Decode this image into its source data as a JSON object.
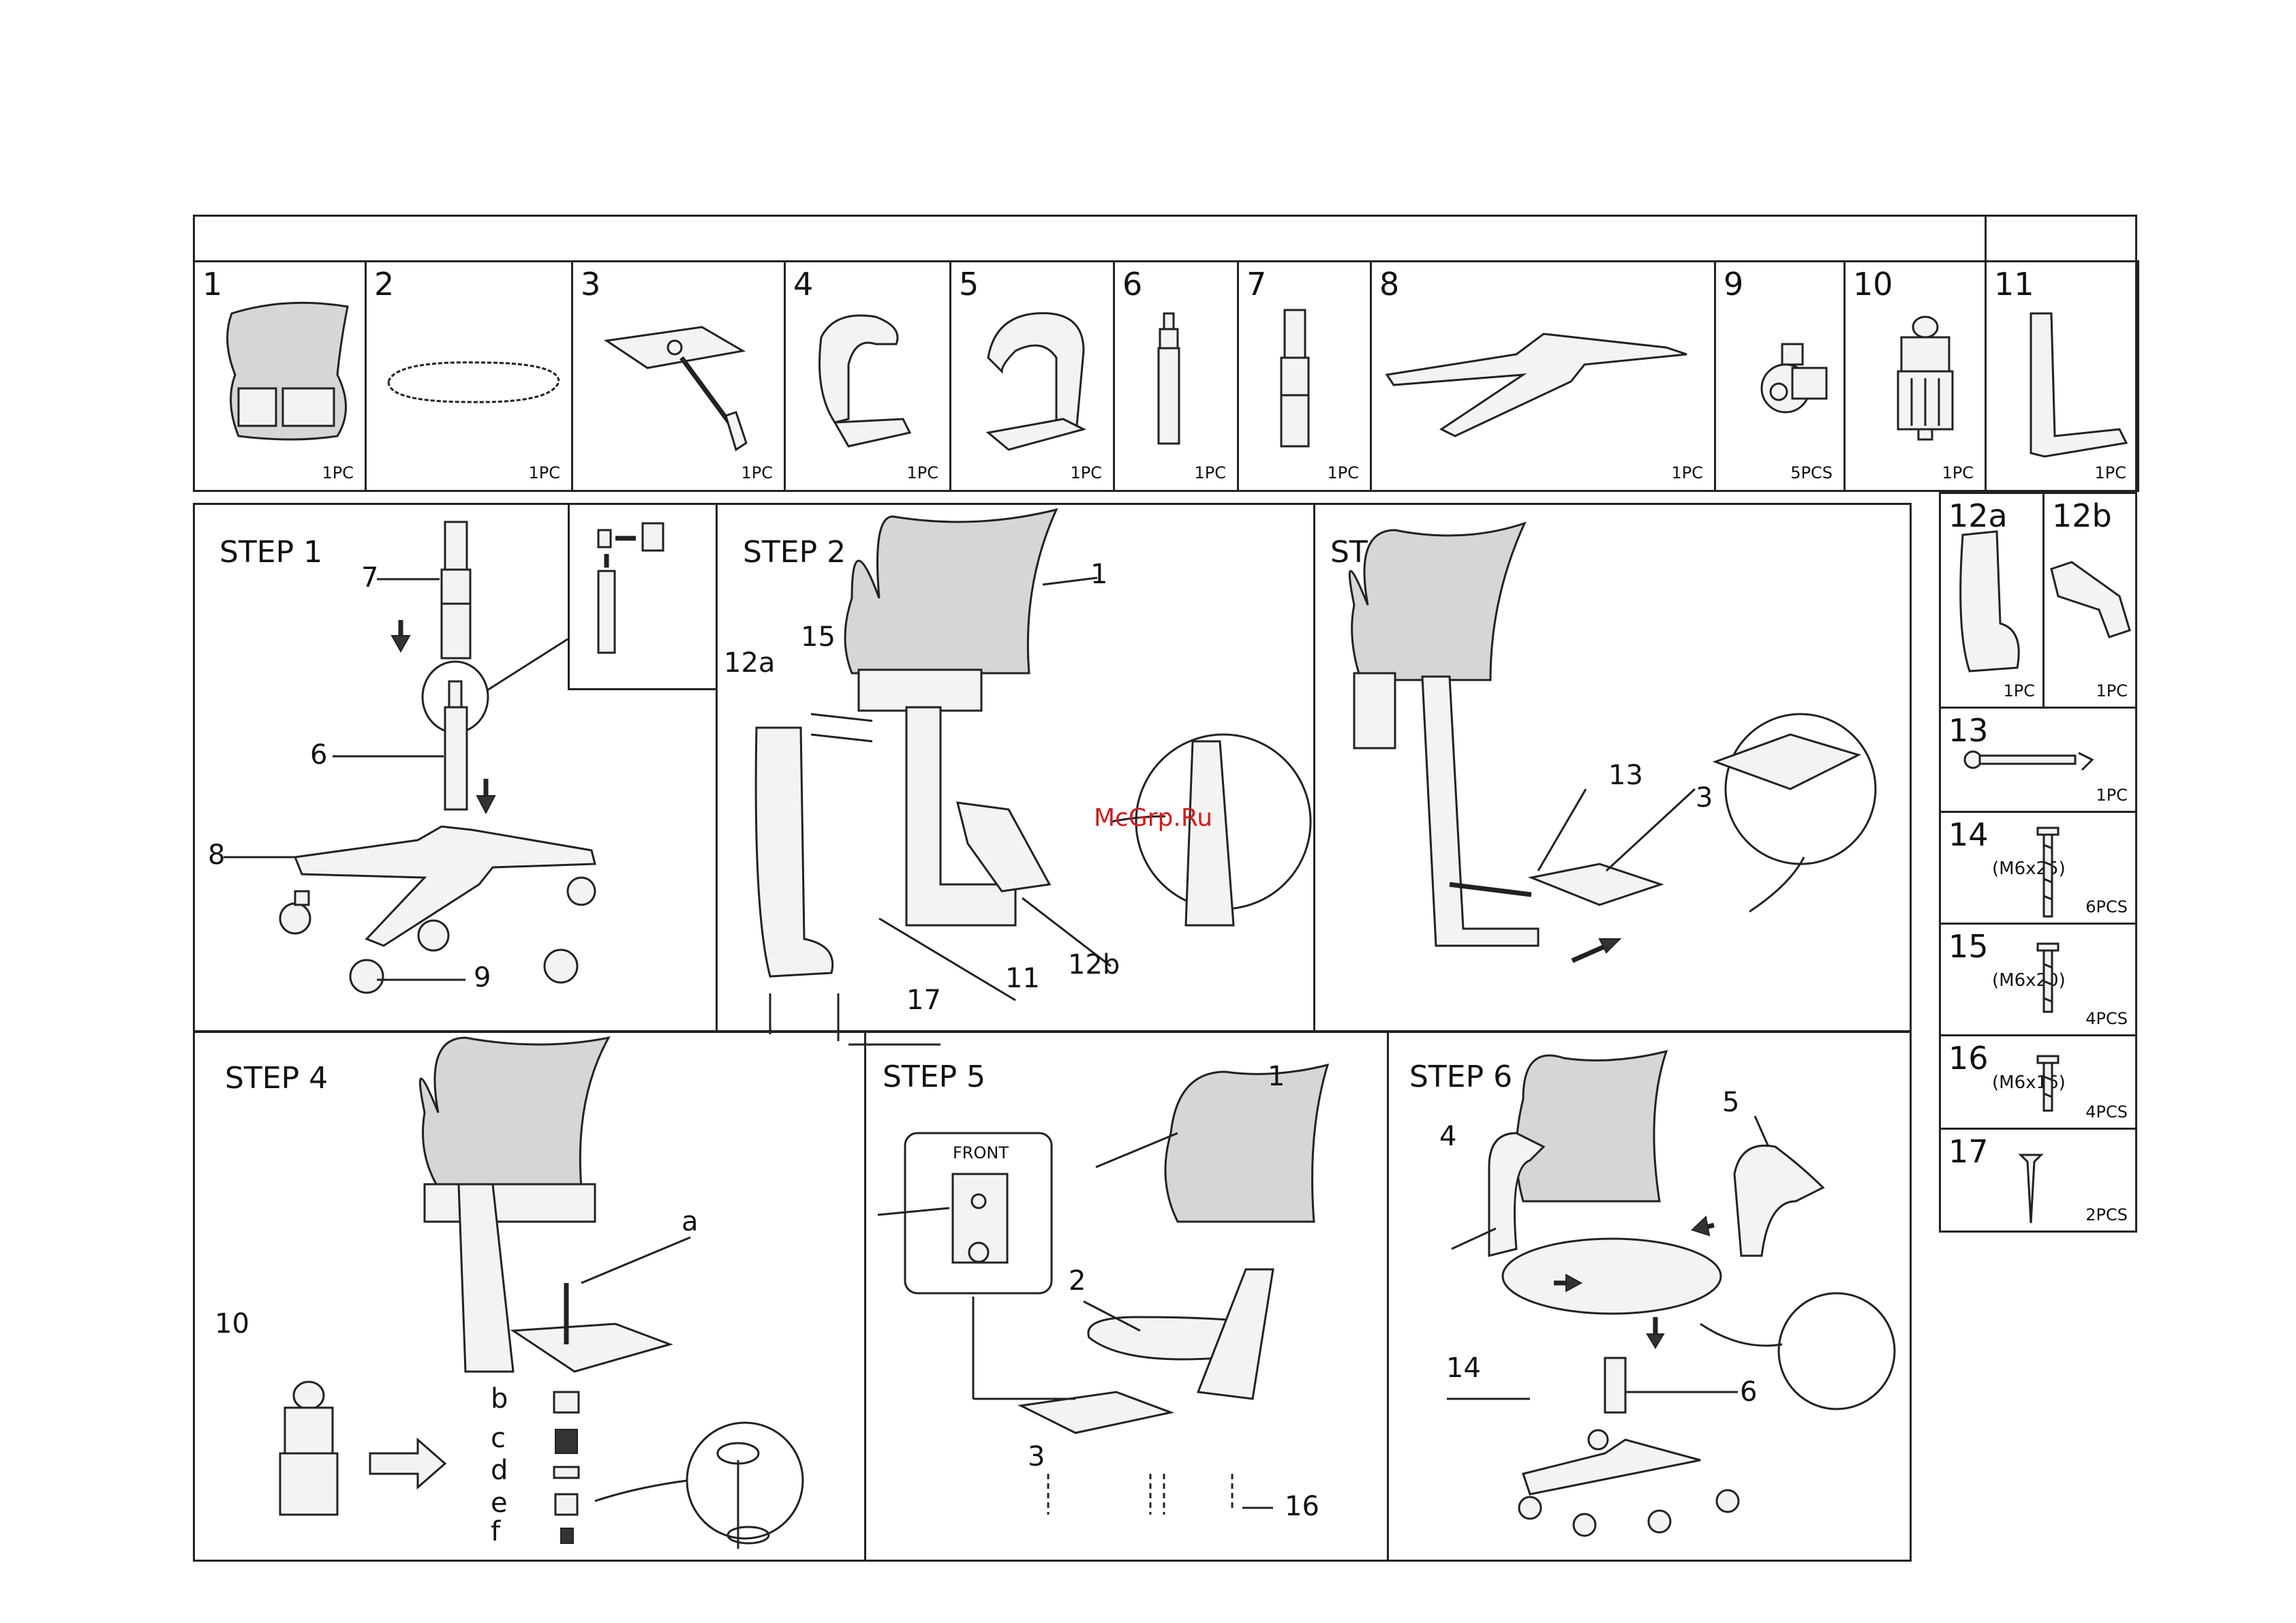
{
  "parts": [
    {
      "number": "1",
      "qty": "1PC",
      "icon": "mesh-backrest-icon"
    },
    {
      "number": "2",
      "qty": "1PC",
      "icon": "seat-cushion-icon"
    },
    {
      "number": "3",
      "qty": "1PC",
      "icon": "seat-mechanism-icon"
    },
    {
      "number": "4",
      "qty": "1PC",
      "icon": "left-armrest-icon"
    },
    {
      "number": "5",
      "qty": "1PC",
      "icon": "right-armrest-icon"
    },
    {
      "number": "6",
      "qty": "1PC",
      "icon": "gas-lift-short-icon"
    },
    {
      "number": "7",
      "qty": "1PC",
      "icon": "gas-lift-cover-icon"
    },
    {
      "number": "8",
      "qty": "1PC",
      "icon": "five-star-base-icon"
    },
    {
      "number": "9",
      "qty": "5PCS",
      "icon": "caster-wheel-icon"
    },
    {
      "number": "10",
      "qty": "1PC",
      "icon": "height-adjust-knob-icon"
    },
    {
      "number": "11",
      "qty": "1PC",
      "icon": "back-bracket-icon"
    }
  ],
  "side_parts": [
    {
      "number": "12a",
      "qty": "1PC",
      "icon": "bracket-cover-icon"
    },
    {
      "number": "12b",
      "qty": "1PC",
      "icon": "bracket-plate-icon"
    },
    {
      "number": "13",
      "qty": "1PC",
      "spec": "",
      "icon": "pin-icon"
    },
    {
      "number": "14",
      "qty": "6PCS",
      "spec": "(M6x25)",
      "icon": "bolt-m6x25-icon"
    },
    {
      "number": "15",
      "qty": "4PCS",
      "spec": "(M6x20)",
      "icon": "bolt-m6x20-icon"
    },
    {
      "number": "16",
      "qty": "4PCS",
      "spec": "(M6x16)",
      "icon": "bolt-m6x16-icon"
    },
    {
      "number": "17",
      "qty": "2PCS",
      "spec": "",
      "icon": "wood-screw-icon"
    }
  ],
  "steps": {
    "s1": {
      "title": "STEP 1",
      "labels": {
        "a": "7",
        "b": "6",
        "c": "8",
        "d": "9"
      }
    },
    "s2": {
      "title": "STEP 2",
      "labels": {
        "a": "1",
        "b": "15",
        "c": "12a",
        "d": "11",
        "e": "12b",
        "f": "17"
      }
    },
    "s3": {
      "title": "STEP 3",
      "labels": {
        "a": "13",
        "b": "3"
      }
    },
    "s4": {
      "title": "STEP 4",
      "labels": {
        "a": "a",
        "b": "b",
        "c": "c",
        "d": "d",
        "e": "e",
        "f": "f",
        "g": "10"
      }
    },
    "s5": {
      "title": "STEP 5",
      "front": "FRONT",
      "labels": {
        "a": "1",
        "b": "2",
        "c": "3",
        "d": "16"
      }
    },
    "s6": {
      "title": "STEP 6",
      "labels": {
        "a": "4",
        "b": "5",
        "c": "14",
        "d": "6"
      }
    }
  },
  "watermark": "McGrp.Ru"
}
